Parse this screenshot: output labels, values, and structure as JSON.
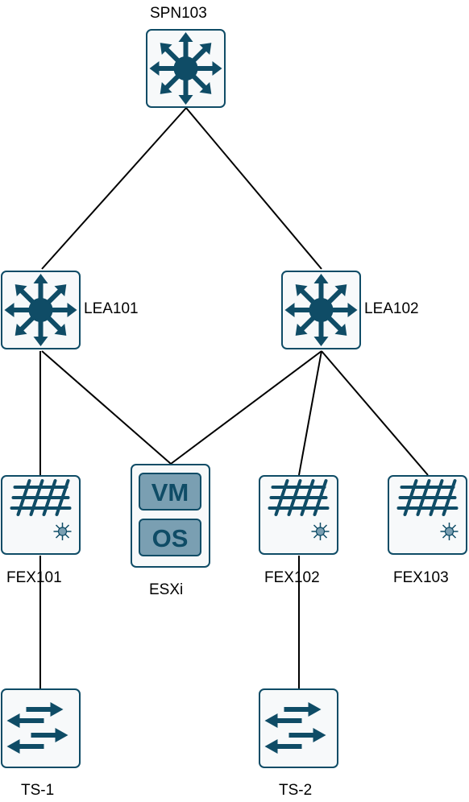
{
  "nodes": {
    "spn103": {
      "label": "SPN103",
      "icon": "spine-switch-icon"
    },
    "lea101": {
      "label": "LEA101",
      "icon": "leaf-switch-icon"
    },
    "lea102": {
      "label": "LEA102",
      "icon": "leaf-switch-icon"
    },
    "fex101": {
      "label": "FEX101",
      "icon": "fabric-extender-icon"
    },
    "esxi": {
      "label": "ESXi",
      "icon": "hypervisor-icon",
      "vm_label": "VM",
      "os_label": "OS"
    },
    "fex102": {
      "label": "FEX102",
      "icon": "fabric-extender-icon"
    },
    "fex103": {
      "label": "FEX103",
      "icon": "fabric-extender-icon"
    },
    "ts1": {
      "label": "TS-1",
      "icon": "terminal-server-icon"
    },
    "ts2": {
      "label": "TS-2",
      "icon": "terminal-server-icon"
    }
  },
  "links": [
    [
      "spn103",
      "lea101"
    ],
    [
      "spn103",
      "lea102"
    ],
    [
      "lea101",
      "fex101"
    ],
    [
      "lea101",
      "esxi"
    ],
    [
      "lea102",
      "esxi"
    ],
    [
      "lea102",
      "fex102"
    ],
    [
      "lea102",
      "fex103"
    ],
    [
      "fex101",
      "ts1"
    ],
    [
      "fex102",
      "ts2"
    ]
  ],
  "colors": {
    "icon": "#0f4c66",
    "box_fill": "#f7f9fa",
    "vm_fill": "#7a9fb2",
    "line": "#000000"
  }
}
